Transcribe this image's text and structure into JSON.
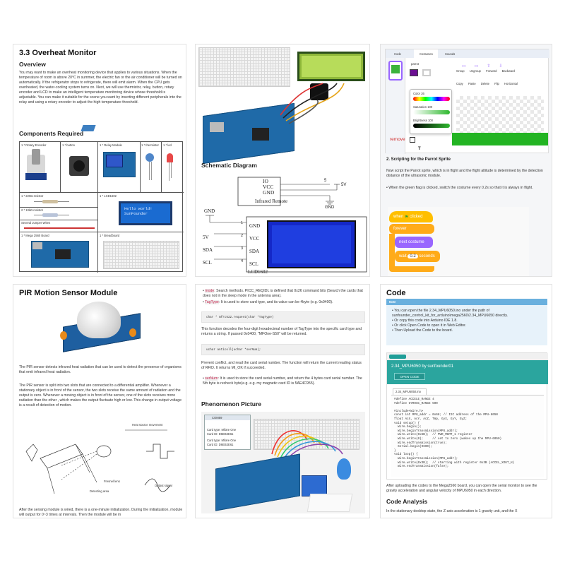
{
  "panel1": {
    "title": "3.3 Overheat Monitor",
    "overview_heading": "Overview",
    "overview_text": "You may want to make an overheat monitoring device that applies to various situations. When the temperature of room is above 20°C in summer, the electric fan or the air conditioner will be turned on automatically. If the refrigerator stops to refrigerate, there will emit alarm. When the CPU gets overheated, the water-cooling system turns on. Next, we will use thermistor, relay, button, rotary encoder and LCD to make an intelligent temperature monitoring device whose threshold is adjustable. You can make it suitable for the scene you want by inserting different peripherals into the relay and using a rotary encoder to adjust the high temperature threshold.",
    "components_heading": "Components Required",
    "components": [
      "1 * Rotary Encoder",
      "1 * button",
      "1 * Relay Module",
      "1 * thermistor",
      "1 * led",
      "1 * 220Ω resistor",
      "1 * LCD1602",
      "2 * 10kΩ resistor",
      "Several Jumper Wires",
      "1 * Mega 2560 Board",
      "1 * Breadboard"
    ],
    "lcd_line1": "Hello world!",
    "lcd_line2": "SunFounder"
  },
  "panel2": {
    "schematic_heading": "Schematic Diagram",
    "remote_pins": [
      "IO",
      "VCC",
      "GND"
    ],
    "remote_label": "Infrared Remote",
    "pin_numbers_top": [
      "5"
    ],
    "label_5v": "5V",
    "lcd_pins": [
      "GND",
      "VCC",
      "SDA",
      "SCL"
    ],
    "lcd_pin_numbers": [
      "1",
      "2",
      "3",
      "4"
    ],
    "left_labels": [
      "GND",
      "5V",
      "SDA",
      "SCL"
    ],
    "lcd_name": "LCD1602"
  },
  "panel3": {
    "tabs": [
      "Code",
      "Costumes",
      "Sounds"
    ],
    "costume_name": "parrot",
    "tool_labels": [
      "Fill",
      "Outline",
      "Group",
      "Ungroup",
      "Forward",
      "Backward"
    ],
    "tool_labels2": [
      "Copy",
      "Paste",
      "Delete",
      "Flip Horizontal"
    ],
    "picker": {
      "color": "Color",
      "color_val": "26",
      "saturation": "Saturation",
      "sat_val": "100",
      "brightness": "Brightness",
      "bright_val": "100"
    },
    "remove_label": "remove",
    "step_heading": "2. Scripting for the Parrot Sprite",
    "step_text": "Now script the Parrot sprite, which is in flight and the flight altitude is determined by the detection distance of the ultrasonic module.",
    "bullet": "When the green flag is clicked, switch the costume every 0.2s so that it is always in flight.",
    "blocks": {
      "hat": "when",
      "hat2": "clicked",
      "forever": "forever",
      "next": "next costume",
      "wait": "wait",
      "wait_val": "0.2",
      "seconds": "seconds"
    },
    "colors": {
      "purple": "#9966ff",
      "events": "#ffbf00",
      "control": "#ffab19"
    }
  },
  "panel4": {
    "title": "PIR Motion Sensor Module",
    "para1": "The PIR sensor detects infrared heat radiation that can be used to detect the presence of organisms that emit infrared heat radiation.",
    "para2": "The PIR sensor is split into two slots that are connected to a differential amplifier. Whenever a stationary object is in front of the sensor, the two slots receive the same amount of radiation and the output is zero. Whenever a moving object is in front of the sensor, one of the slots receives more radiation than the other , which makes the output fluctuate high or low. This change in output voltage is a result of detection of motion.",
    "diagram_labels": [
      "Heat source movement",
      "Fresnel lens",
      "Detecting area",
      "Output signal"
    ],
    "para3": "After the sensing module is wired, there is a one-minute initialization. During the initialization, module will output for 0~3 times at intervals. Then the module will be in"
  },
  "panel5": {
    "bullet1_name": "mode",
    "bullet1": ": Search methods. PICC_REQIDL is defined that 0x26 command bits (Search the cards that does not in the sleep mode in the antenna area).",
    "bullet2_name": "TagType",
    "bullet2": ": It is used to store card type, and its value can be 4byte (e.g. 0x0400).",
    "code1": "char * mfrc522.request(char *TagType)",
    "para1": "This function decodes the four-digit hexadecimal number of TagType into the specific card type and returns a string. If passed 0x0400, \"MFOne-S50\" will be returned.",
    "code2": "uchar anticoll(uchar *serNum);",
    "para2": "Prevent conflict, and read the card serial number. The function will return the current reading status of RFID. It returns MI_OK if succeeded.",
    "bullet3_name": "serNum",
    "bullet3": ": It is used to store the card serial number, and return the 4 bytes card serial number. The 5th byte is recheck byte(e.g. e.g. my magnetic card ID is 5AE4C955).",
    "phenomenon_heading": "Phenomenon Picture",
    "monitor_title": "COM59",
    "monitor_lines": [
      "Card type: Mifare One",
      "Card ID: D6EB2E61",
      "Card type: Mifare One",
      "Card ID: D6EB2E61"
    ]
  },
  "panel6": {
    "title": "Code",
    "note_label": "Note",
    "note_lines": [
      "You can open the file 2.34_MPU6050.ino under the path of sunfounder_control_kit_for_arduino\\mega2560\\2.34_MPU6050 directly.",
      "Or copy this code into Arduino IDE 1.8.",
      "Or click Open Code to open it in Web Editor.",
      "Then Upload the Code to the board."
    ],
    "editor_title": "2.34_MPU6050 by sunfounder01",
    "open_code": "OPEN CODE",
    "file_tab": "2.34_MPU6050.ino",
    "code_lines": [
      "#define ACCELE_RANGE 4",
      "#define GYROSC_RANGE 500",
      "",
      "#include<Wire.h>",
      "const int MPU_addr = 0x68; // I2C address of the MPU-6050",
      "float AcX, AcY, AcZ, Tmp, GyX, GyY, GyZ;",
      "void setup() {",
      "  Wire.begin();",
      "  Wire.beginTransmission(MPU_addr);",
      "  Wire.write(0x6B);  // PWR_MGMT_1 register",
      "  Wire.write(0);     // set to zero (wakes up the MPU-6050)",
      "  Wire.endTransmission(true);",
      "  Serial.begin(9600);",
      "}",
      "void loop() {",
      "  Wire.beginTransmission(MPU_addr);",
      "  Wire.write(0x3B);  // starting with register 0x3B (ACCEL_XOUT_H)",
      "  Wire.endTransmission(false);"
    ],
    "para1": "After uploading the codes to the Mega2560 board, you can open the serial monitor to see the gravity acceleration and angular velocity of MPU6050 in each direction.",
    "analysis_heading": "Code Analysis",
    "para2": "In the stationary desktop state, the Z-axis acceleration is 1 gravity unit, and the X",
    "colors": {
      "note_bg": "#e7f2fa",
      "note_head": "#6ab0de",
      "teal": "#1f9e98"
    }
  }
}
